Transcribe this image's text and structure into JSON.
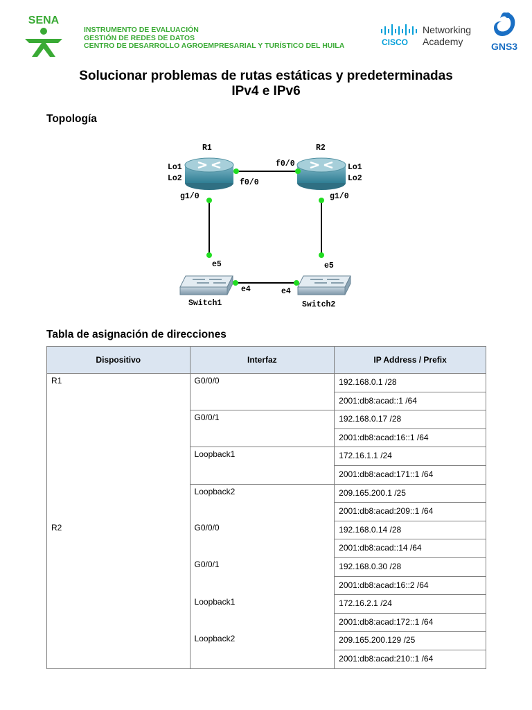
{
  "header": {
    "lines": [
      "INSTRUMENTO DE EVALUACIÓN",
      "GESTIÓN DE REDES DE DATOS",
      "CENTRO DE DESARROLLO AGROEMPRESARIAL Y TURÍSTICO DEL HUILA"
    ],
    "sena_logo_text": "SENA",
    "cisco_networking": "Networking",
    "cisco_academy": "Academy",
    "cisco_brand": "CISCO",
    "gns3_text": "GNS3",
    "colors": {
      "sena_green": "#3aaa35",
      "cisco_blue": "#049fd9",
      "gns3_blue": "#1a6fc4"
    }
  },
  "title": {
    "line1": "Solucionar problemas de rutas estáticas y predeterminadas",
    "line2": "IPv4 e IPv6"
  },
  "topology": {
    "heading": "Topología",
    "r1": "R1",
    "r2": "R2",
    "r1_loopbacks": [
      "Lo1",
      "Lo2"
    ],
    "r2_loopbacks": [
      "Lo1",
      "Lo2"
    ],
    "r1_f": "f0/0",
    "r2_f": "f0/0",
    "r1_g": "g1/0",
    "r2_g": "g1/0",
    "sw1_e5": "e5",
    "sw2_e5": "e5",
    "sw1_e4": "e4",
    "sw2_e4": "e4",
    "switch1": "Switch1",
    "switch2": "Switch2"
  },
  "address_table": {
    "heading": "Tabla de asignación de direcciones",
    "columns": [
      "Dispositivo",
      "Interfaz",
      "IP Address / Prefix"
    ],
    "devices": [
      {
        "name": "R1",
        "interfaces": [
          {
            "name": "G0/0/0",
            "ips": [
              "192.168.0.1 /28",
              "2001:db8:acad::1 /64"
            ]
          },
          {
            "name": "G0/0/1",
            "ips": [
              "192.168.0.17 /28",
              "2001:db8:acad:16::1 /64"
            ]
          },
          {
            "name": "Loopback1",
            "ips": [
              "172.16.1.1 /24",
              "2001:db8:acad:171::1 /64"
            ]
          },
          {
            "name": "Loopback2",
            "ips": [
              "209.165.200.1 /25",
              "2001:db8:acad:209::1 /64"
            ]
          }
        ]
      },
      {
        "name": "R2",
        "interfaces": [
          {
            "name": "G0/0/0",
            "ips": [
              "192.168.0.14 /28",
              "2001:db8:acad::14 /64"
            ]
          },
          {
            "name": "G0/0/1",
            "ips": [
              "192.168.0.30 /28",
              "2001:db8:acad:16::2 /64"
            ]
          },
          {
            "name": "Loopback1",
            "ips": [
              "172.16.2.1 /24",
              "2001:db8:acad:172::1 /64"
            ]
          },
          {
            "name": "Loopback2",
            "ips": [
              "209.165.200.129 /25",
              "2001:db8:acad:210::1 /64"
            ]
          }
        ]
      }
    ]
  }
}
